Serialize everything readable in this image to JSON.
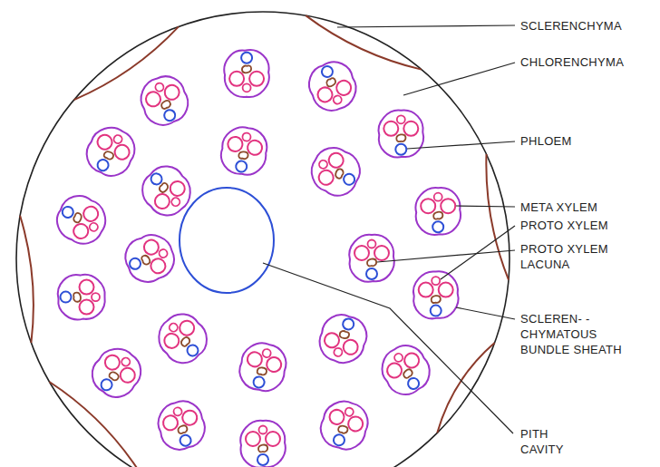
{
  "diagram": {
    "labels": [
      "SCLERENCHYMA",
      "CHLORENCHYMA",
      "PHLOEM",
      "META XYLEM",
      "PROTO XYLEM",
      "PROTO XYLEM LACUNA",
      "SCLEREN- -CHYMATOUS BUNDLE SHEATH",
      "PITH CAVITY"
    ]
  }
}
